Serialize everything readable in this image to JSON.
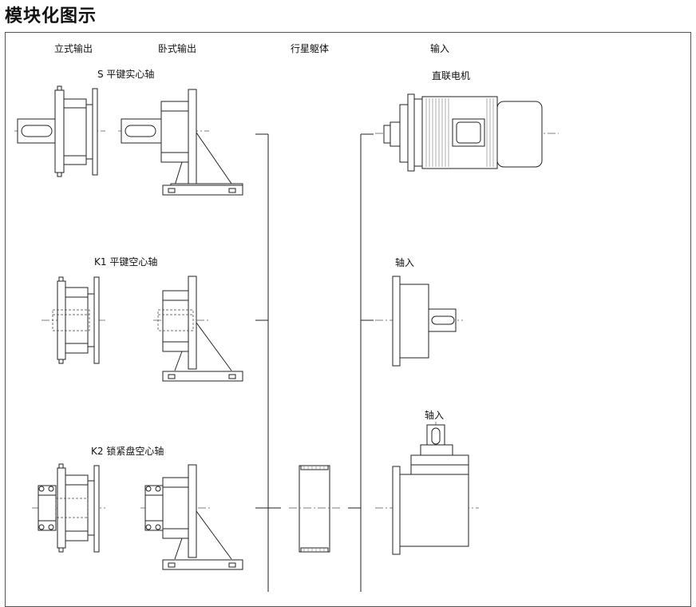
{
  "title": "模块化图示",
  "columns": {
    "vertical_output": "立式输出",
    "horizontal_output": "卧式输出",
    "planetary_body": "行星躯体",
    "input": "输入"
  },
  "rows": {
    "s_solid_key_shaft": "S 平键实心轴",
    "k1_key_hollow_shaft": "K1 平键空心轴",
    "k2_shrink_disc_hollow_shaft": "K2 锁紧盘空心轴"
  },
  "inputs": {
    "direct_motor": "直联电机",
    "shaft_input_1": "轴入",
    "shaft_input_2": "轴入"
  }
}
